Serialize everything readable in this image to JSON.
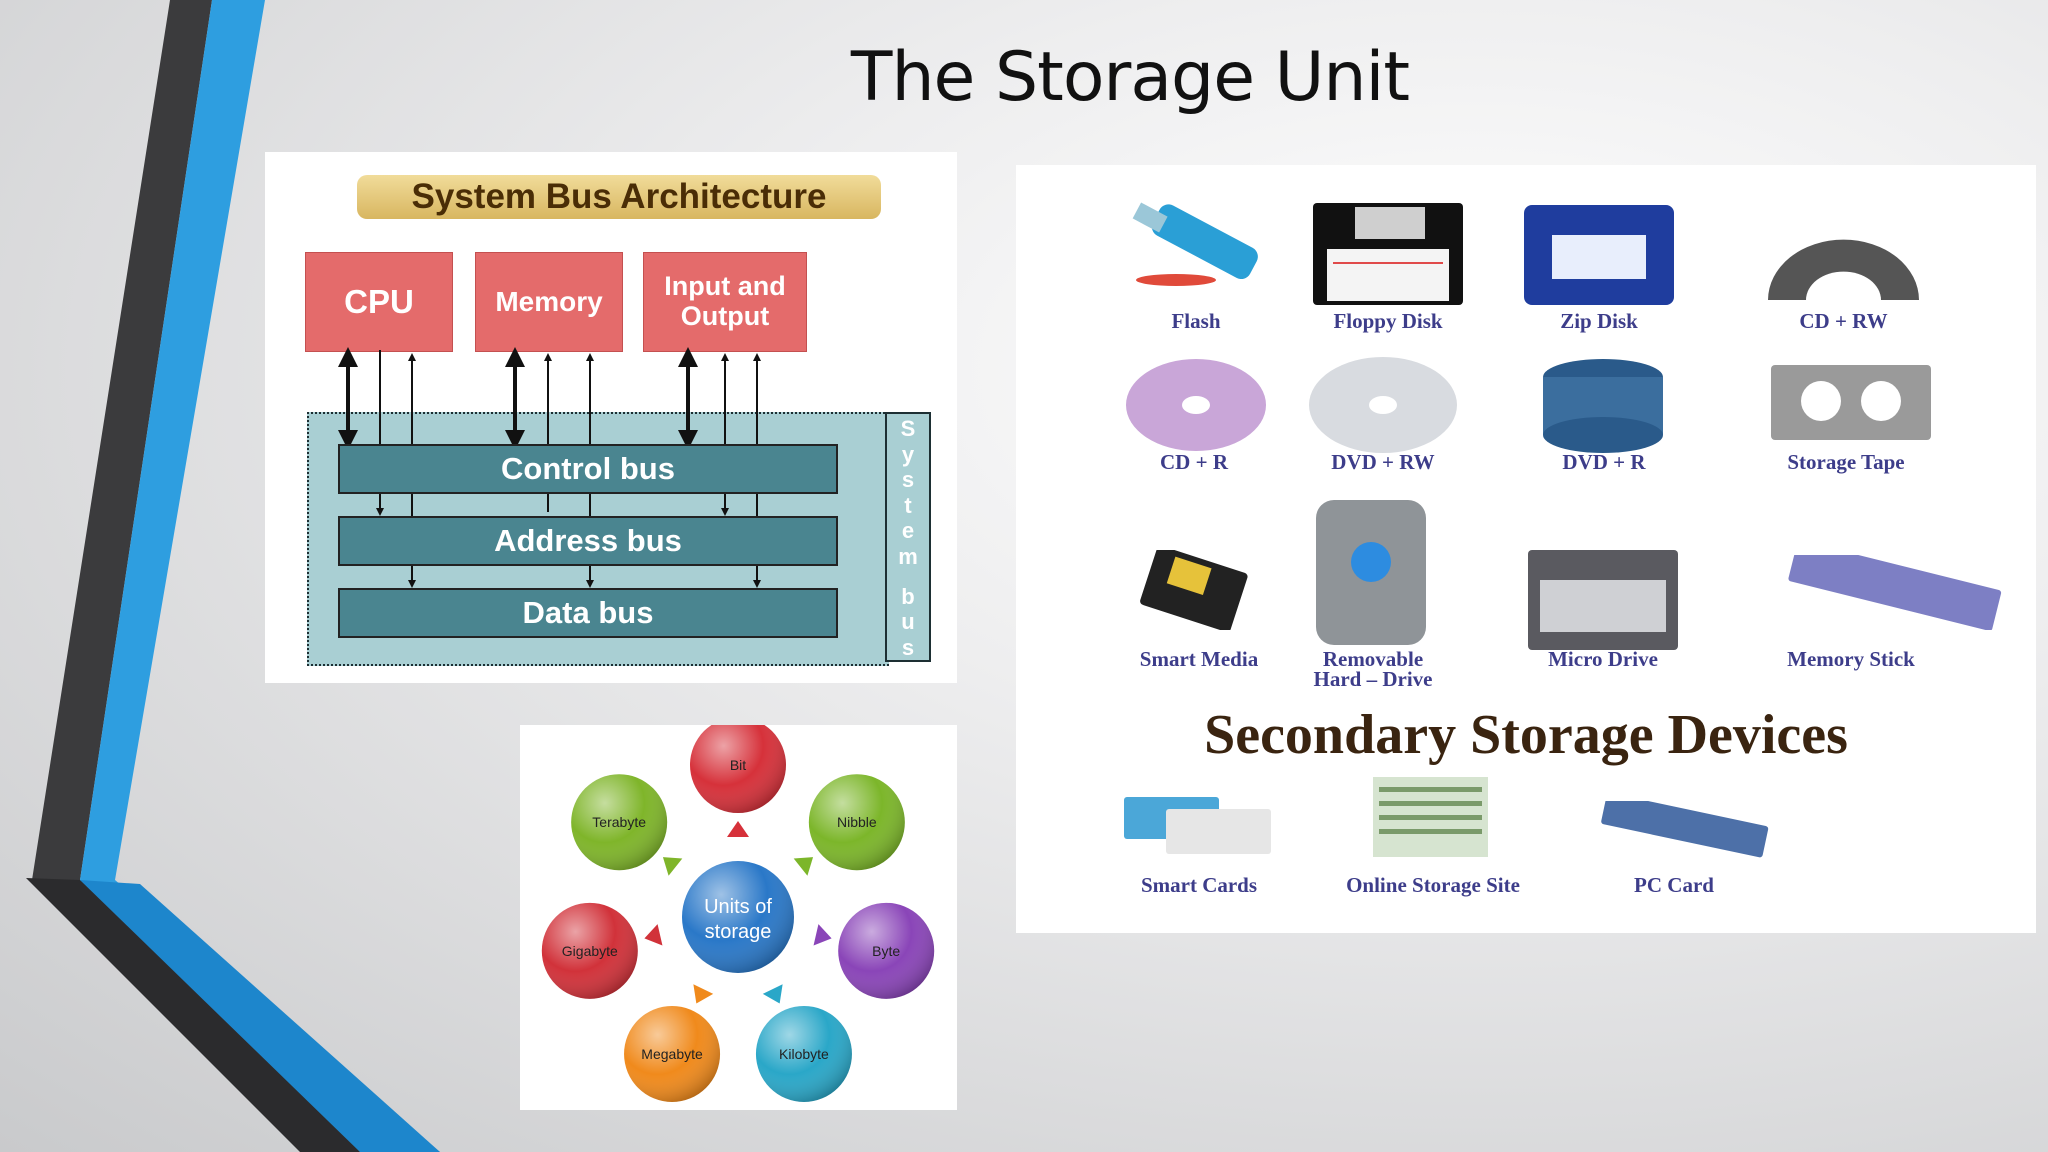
{
  "slide": {
    "title": "The Storage Unit"
  },
  "bus_diagram": {
    "title": "System Bus Architecture",
    "components": [
      "CPU",
      "Memory",
      "Input and Output"
    ],
    "buses": [
      "Control bus",
      "Address bus",
      "Data bus"
    ],
    "side_label": [
      "S",
      "y",
      "s",
      "t",
      "e",
      "m",
      "",
      "b",
      "u",
      "s"
    ]
  },
  "units_diagram": {
    "center": "Units of storage",
    "units": [
      {
        "label": "Bit",
        "color": "#d6313a"
      },
      {
        "label": "Nibble",
        "color": "#7cb62a"
      },
      {
        "label": "Byte",
        "color": "#8a45b8"
      },
      {
        "label": "Kilobyte",
        "color": "#2aa7c8"
      },
      {
        "label": "Megabyte",
        "color": "#f08a1c"
      },
      {
        "label": "Gigabyte",
        "color": "#d1323a"
      },
      {
        "label": "Terabyte",
        "color": "#7fb52a"
      }
    ]
  },
  "storage_devices": {
    "heading": "Secondary Storage Devices",
    "items": [
      {
        "label": "Flash"
      },
      {
        "label": "Floppy Disk"
      },
      {
        "label": "Zip Disk"
      },
      {
        "label": "CD + RW"
      },
      {
        "label": "CD + R"
      },
      {
        "label": "DVD + RW"
      },
      {
        "label": "DVD + R"
      },
      {
        "label": "Storage Tape"
      },
      {
        "label": "Smart Media"
      },
      {
        "label": "Removable"
      },
      {
        "label": "Hard – Drive"
      },
      {
        "label": "Micro Drive"
      },
      {
        "label": "Memory Stick"
      },
      {
        "label": "Smart Cards"
      },
      {
        "label": "Online Storage Site"
      },
      {
        "label": "PC Card"
      }
    ]
  },
  "colors": {
    "accent_blue": "#2e9ee0",
    "stripe_dark": "#3b3b3d",
    "bus_teal": "#4a8590",
    "box_red": "#e46b6b"
  }
}
